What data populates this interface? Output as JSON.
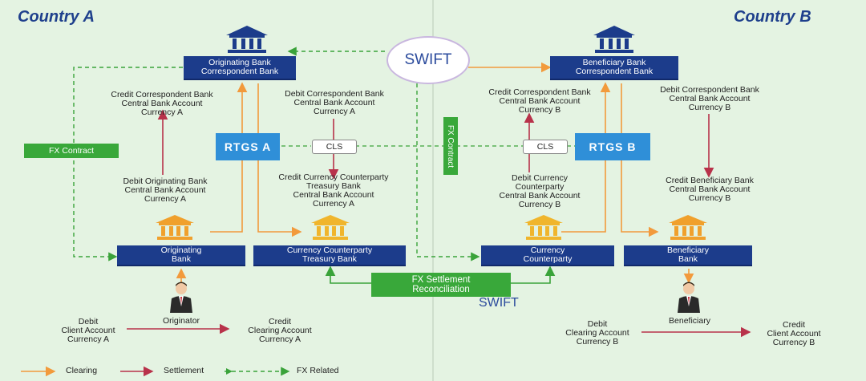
{
  "countries": {
    "a": "Country A",
    "b": "Country B"
  },
  "banks": {
    "orig_corr": "Originating Bank\nCorrespondent Bank",
    "benef_corr": "Beneficiary Bank\nCorrespondent Bank",
    "originating": "Originating\nBank",
    "treasury": "Currency Counterparty\nTreasury Bank",
    "counterparty": "Currency\nCounterparty",
    "beneficiary": "Beneficiary\nBank"
  },
  "systems": {
    "swift": "SWIFT",
    "swift_bottom": "SWIFT",
    "rtgs_a": "RTGS  A",
    "rtgs_b": "RTGS  B",
    "cls_left": "CLS",
    "cls_right": "CLS",
    "fx_contract_left": "FX Contract",
    "fx_contract_right": "FX Contract",
    "fx_settlement": "FX Settlement\nReconciliation"
  },
  "labels": {
    "credit_corr_a": "Credit Correspondent Bank\nCentral Bank Account\nCurrency A",
    "debit_corr_a": "Debit Correspondent Bank\nCentral Bank Account\nCurrency A",
    "debit_orig_a": "Debit Originating Bank\nCentral Bank Account\nCurrency A",
    "credit_ccy_cp_a": "Credit Currency Counterparty\nTreasury Bank\nCentral Bank Account\nCurrency A",
    "credit_corr_b": "Credit Correspondent Bank\nCentral Bank Account\nCurrency B",
    "debit_ccy_cp_b": "Debit Currency\nCounterparty\nCentral Bank Account\nCurrency B",
    "debit_corr_b": "Debit Correspondent Bank\nCentral Bank Account\nCurrency B",
    "credit_benef_b": "Credit Beneficiary Bank\nCentral Bank Account\nCurrency B",
    "originator": "Originator",
    "beneficiary_person": "Beneficiary",
    "debit_client_a": "Debit\nClient Account\nCurrency A",
    "credit_clearing_a": "Credit\nClearing Account\nCurrency A",
    "debit_clearing_b": "Debit\nClearing Account\nCurrency B",
    "credit_client_b": "Credit\nClient Account\nCurrency B"
  },
  "legend": {
    "clearing": "Clearing",
    "settlement": "Settlement",
    "fx_related": "FX Related"
  },
  "colors": {
    "clearing": "#f29a3c",
    "settlement": "#b8324a",
    "fx_related": "#3aa33a",
    "bank_box": "#1c3c8b",
    "rtgs": "#2f8fd8",
    "corr_bank_icon": "#1c3c8b",
    "local_bank_icon": "#f0a02c"
  },
  "icons": {
    "bank": "bank-building-icon",
    "person": "person-icon"
  }
}
